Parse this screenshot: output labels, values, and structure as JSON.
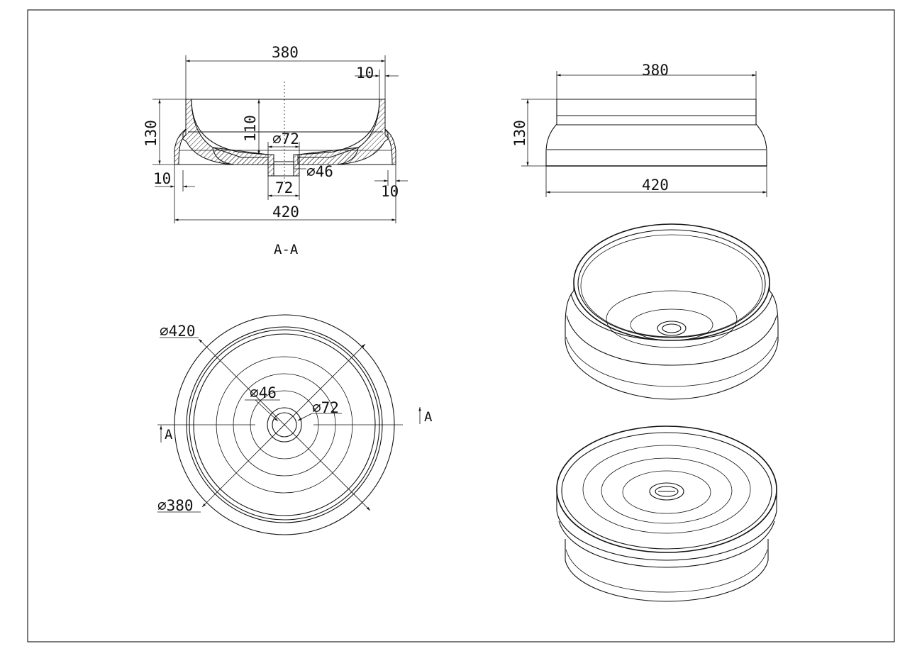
{
  "section_view": {
    "top_width": "380",
    "rim_thickness_top": "10",
    "total_height": "130",
    "inner_depth": "110",
    "drain_outer_dia": "⌀72",
    "drain_inner_dia": "⌀46",
    "drain_width": "72",
    "wall_left": "10",
    "wall_right": "10",
    "base_width": "420",
    "section_label": "A-A"
  },
  "side_view": {
    "top_width": "380",
    "height": "130",
    "base_width": "420"
  },
  "top_view": {
    "outer_dia": "⌀420",
    "drain_inner_dia": "⌀46",
    "drain_outer_dia": "⌀72",
    "inner_dia": "⌀380",
    "section_mark_right": "A",
    "section_mark_left": "A"
  },
  "colors": {
    "line": "#111111",
    "background": "#ffffff"
  }
}
